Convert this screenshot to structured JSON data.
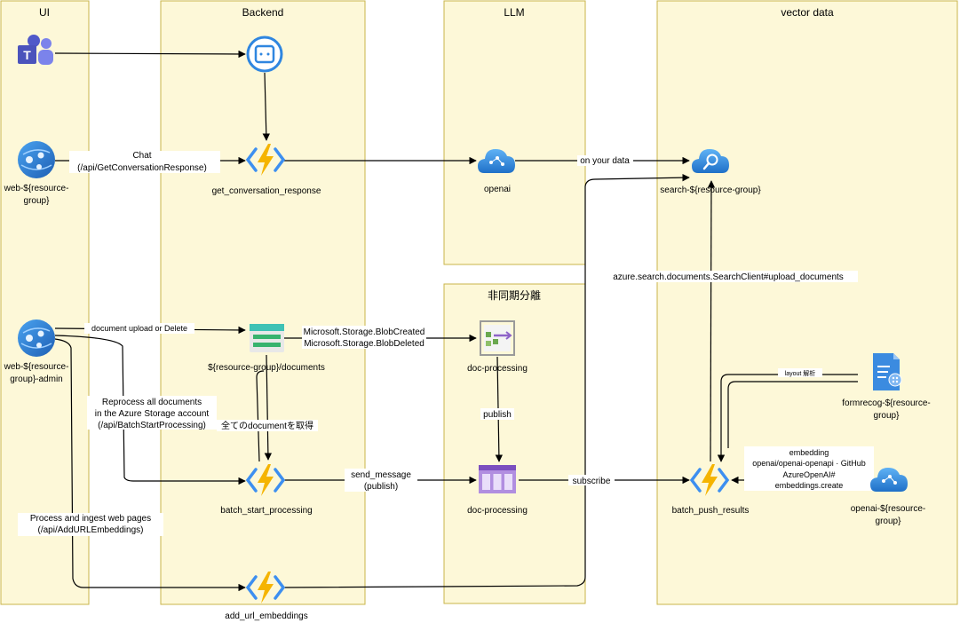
{
  "lanes": {
    "ui": "UI",
    "backend": "Backend",
    "llm": "LLM",
    "async": "非同期分離",
    "vector": "vector data"
  },
  "nodes": {
    "teams": "",
    "bot": "",
    "web": [
      "web-${resource-",
      "group}"
    ],
    "web_admin": [
      "web-${resource-",
      "group}-admin"
    ],
    "get_conversation_response": "get_conversation_response",
    "storage": "${resource-group}/documents",
    "batch_start_processing": "batch_start_processing",
    "add_url_embeddings": "add_url_embeddings",
    "openai": "openai",
    "event_grid": "doc-processing",
    "queue": "doc-processing",
    "search": "search-${resource-group}",
    "formrecog": [
      "formrecog-${resource-",
      "group}"
    ],
    "batch_push_results": "batch_push_results",
    "openai_rg": [
      "openai-${resource-",
      "group}"
    ]
  },
  "edges": {
    "chat": [
      "Chat",
      "(/api/GetConversationResponse)"
    ],
    "on_your_data": "on your data",
    "upload": "document upload or Delete",
    "blob_events": [
      "Microsoft.Storage.BlobCreated",
      "Microsoft.Storage.BlobDeleted"
    ],
    "reprocess": [
      "Reprocess all documents",
      "in the Azure Storage account",
      "(/api/BatchStartProcessing)"
    ],
    "get_all": "全てのdocumentを取得",
    "publish": "publish",
    "send_message": [
      "send_message",
      "(publish)"
    ],
    "subscribe": "subscribe",
    "ingest": [
      "Process and ingest web pages",
      "(/api/AddURLEmbeddings)"
    ],
    "upload_documents": "azure.search.documents.SearchClient#upload_documents",
    "layout": "layout 解析",
    "embedding": [
      "embedding",
      "openai/openai-openapi · GitHub",
      "AzureOpenAI#",
      "embeddings.create"
    ]
  },
  "colors": {
    "lane_fill": "#fdf8d8",
    "lane_border": "#c9b54a",
    "function_blue": "#3d8ff0",
    "function_yellow": "#f5b400",
    "azure_blue": "#2f86e0",
    "storage_green": "#3fc2b5",
    "queue_purple": "#8e63c8",
    "teams_purple": "#5059c9",
    "web_blue": "#2f7fd6"
  }
}
